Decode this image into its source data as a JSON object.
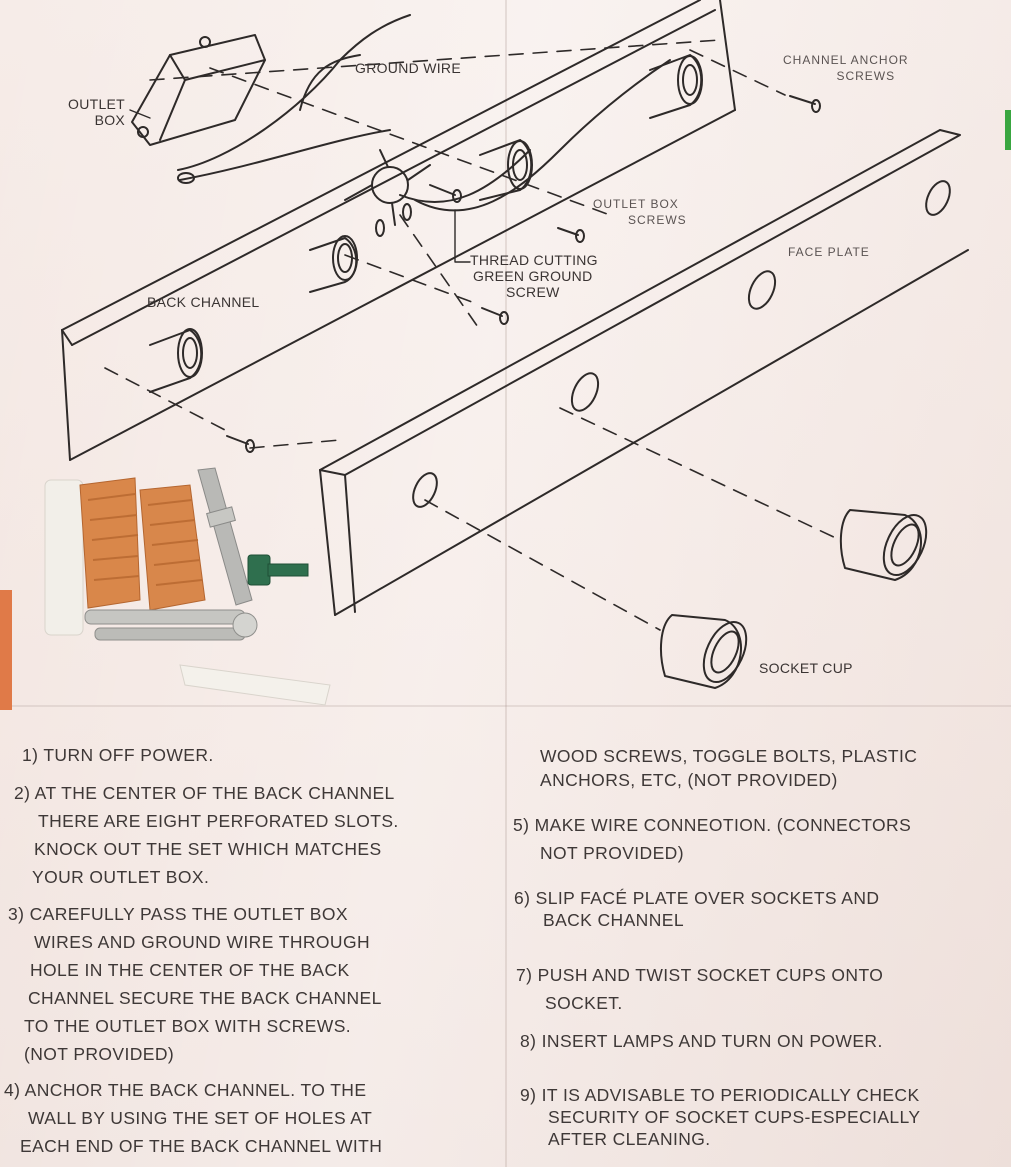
{
  "labels": {
    "outlet_box": [
      "OUTLET",
      "BOX"
    ],
    "ground_wire": "GROUND WIRE",
    "channel_anchor_screws": [
      "CHANNEL ANCHOR",
      "SCREWS"
    ],
    "outlet_box_screws": [
      "OUTLET BOX",
      "SCREWS"
    ],
    "face_plate": "FACE PLATE",
    "thread_cutting": [
      "THREAD CUTTING",
      "GREEN GROUND",
      "SCREW"
    ],
    "back_channel": "BACK CHANNEL",
    "socket_cup": "SOCKET CUP"
  },
  "instructions_left": [
    {
      "num": "1)",
      "lines": [
        "TURN OFF  POWER."
      ]
    },
    {
      "num": "2)",
      "lines": [
        "AT THE CENTER OF  THE BACK CHANNEL",
        "THERE ARE EIGHT PERFORATED SLOTS.",
        "KNOCK  OUT THE SET WHICH MATCHES",
        "YOUR OUTLET BOX."
      ]
    },
    {
      "num": "3)",
      "lines": [
        "CAREFULLY PASS THE OUTLET BOX",
        "WIRES AND GROUND WIRE THROUGH",
        "HOLE IN THE CENTER OF THE BACK",
        "CHANNEL SECURE THE BACK CHANNEL",
        "TO THE OUTLET BOX WITH SCREWS.",
        "(NOT PROVIDED)"
      ]
    },
    {
      "num": "4)",
      "lines": [
        "ANCHOR THE BACK CHANNEL. TO THE",
        "WALL BY USING THE SET OF HOLES  AT",
        "EACH END OF THE BACK CHANNEL WITH"
      ]
    }
  ],
  "instructions_right": [
    {
      "num": "",
      "lines": [
        "WOOD SCREWS, TOGGLE BOLTS, PLASTIC",
        "ANCHORS, ETC, (NOT PROVIDED)"
      ]
    },
    {
      "num": "5)",
      "lines": [
        "MAKE WIRE CONNEOTION. (CONNECTORS",
        "NOT  PROVIDED)"
      ]
    },
    {
      "num": "6)",
      "lines": [
        "SLIP FACÉ PLATE OVER SOCKETS AND",
        "BACK CHANNEL"
      ]
    },
    {
      "num": "7)",
      "lines": [
        "PUSH AND TWIST SOCKET CUPS ONTO",
        "SOCKET."
      ]
    },
    {
      "num": "8)",
      "lines": [
        "INSERT LAMPS  AND TURN  ON POWER."
      ]
    },
    {
      "num": "9)",
      "lines": [
        "IT IS ADVISABLE  TO PERIODICALLY CHECK",
        "SECURITY  OF SOCKET CUPS-ESPECIALLY",
        "AFTER  CLEANING."
      ]
    }
  ],
  "colors": {
    "paper": "#f4e9e4",
    "ink": "#3a3433",
    "wire_nut": "#d9874a",
    "anchor": "#f2efe9",
    "screw": "#b9b9b6",
    "green_screw": "#2f6f4e"
  }
}
